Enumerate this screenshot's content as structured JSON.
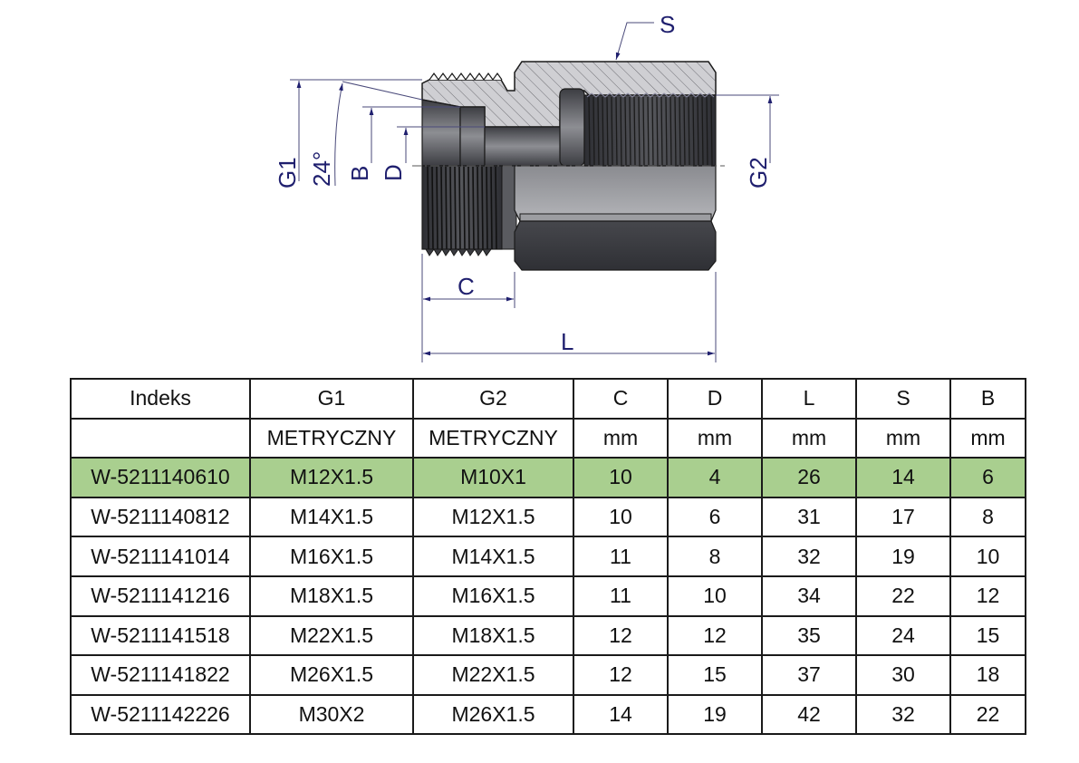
{
  "drawing": {
    "labels": {
      "S": "S",
      "G1": "G1",
      "angle": "24°",
      "B": "B",
      "D": "D",
      "G2": "G2",
      "C": "C",
      "L": "L"
    },
    "colors": {
      "dimension": "#1f1f6e",
      "hatch_fill": "#c8c8cc",
      "metal_dark": "#3a3b40",
      "metal_mid": "#6d6e73",
      "metal_light": "#a8a9ad"
    }
  },
  "table": {
    "header_row1": [
      "Indeks",
      "G1",
      "G2",
      "C",
      "D",
      "L",
      "S",
      "B"
    ],
    "header_row2": [
      "",
      "METRYCZNY",
      "METRYCZNY",
      "mm",
      "mm",
      "mm",
      "mm",
      "mm"
    ],
    "highlight_color": "#a9cf8f",
    "rows": [
      [
        "W-5211140610",
        "M12X1.5",
        "M10X1",
        "10",
        "4",
        "26",
        "14",
        "6"
      ],
      [
        "W-5211140812",
        "M14X1.5",
        "M12X1.5",
        "10",
        "6",
        "31",
        "17",
        "8"
      ],
      [
        "W-5211141014",
        "M16X1.5",
        "M14X1.5",
        "11",
        "8",
        "32",
        "19",
        "10"
      ],
      [
        "W-5211141216",
        "M18X1.5",
        "M16X1.5",
        "11",
        "10",
        "34",
        "22",
        "12"
      ],
      [
        "W-5211141518",
        "M22X1.5",
        "M18X1.5",
        "12",
        "12",
        "35",
        "24",
        "15"
      ],
      [
        "W-5211141822",
        "M26X1.5",
        "M22X1.5",
        "12",
        "15",
        "37",
        "30",
        "18"
      ],
      [
        "W-5211142226",
        "M30X2",
        "M26X1.5",
        "14",
        "19",
        "42",
        "32",
        "22"
      ]
    ],
    "highlighted_row_index": 0
  }
}
